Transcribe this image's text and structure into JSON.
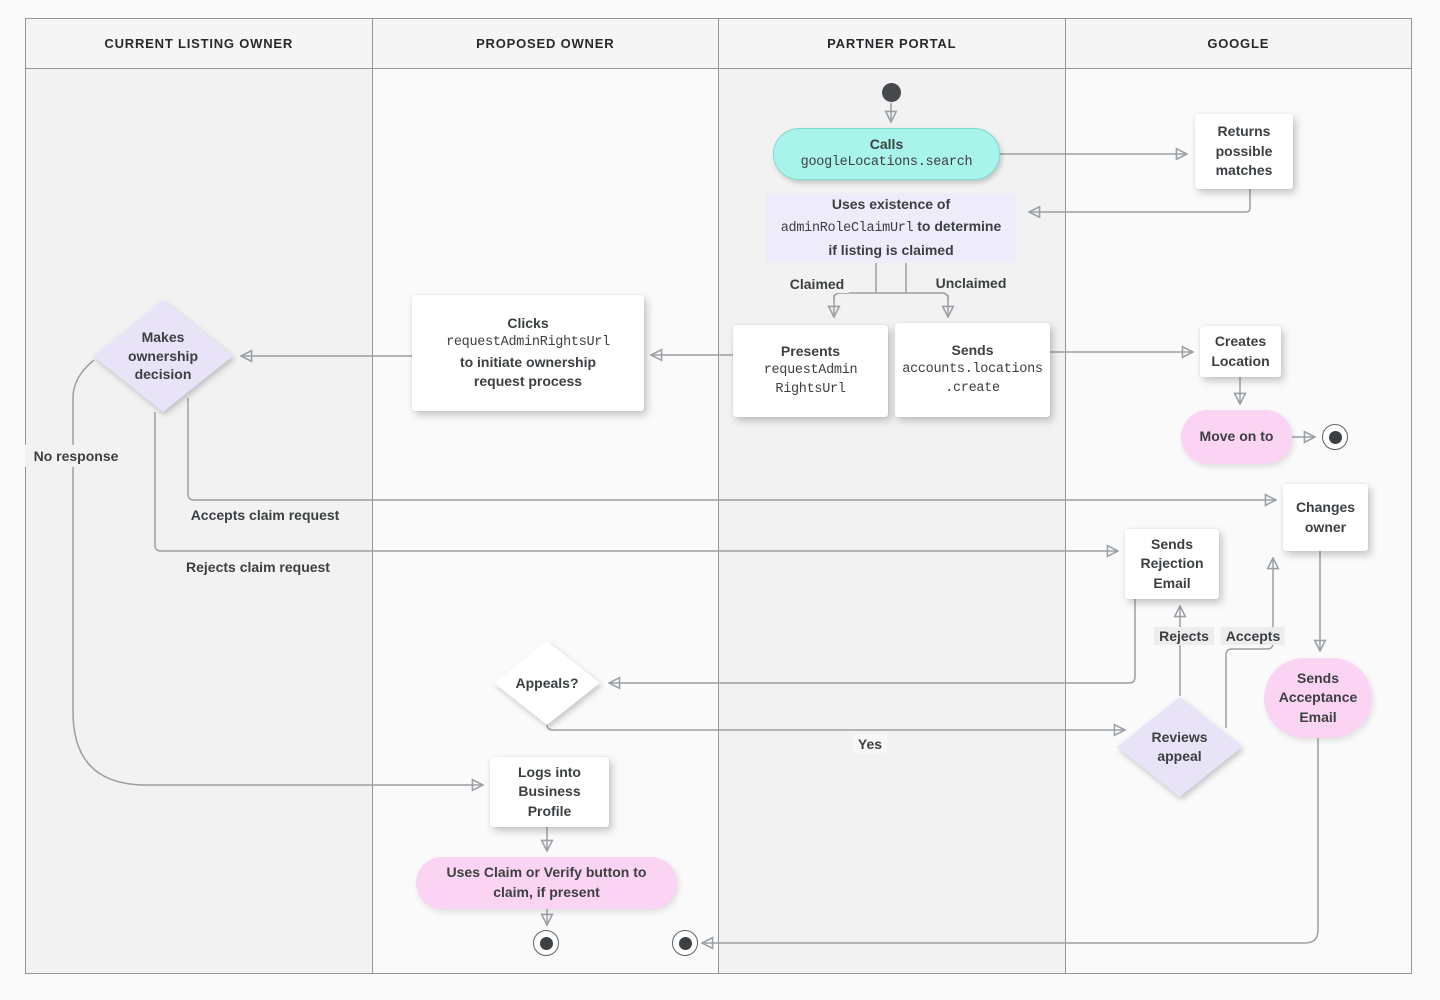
{
  "lanes": [
    {
      "title": "CURRENT LISTING OWNER"
    },
    {
      "title": "PROPOSED OWNER"
    },
    {
      "title": "PARTNER PORTAL"
    },
    {
      "title": "GOOGLE"
    }
  ],
  "nodes": {
    "calls": {
      "label": "Calls",
      "code": "googleLocations.search"
    },
    "returns_matches": {
      "label": "Returns possible matches"
    },
    "uses_existence": {
      "pre": "Uses existence of",
      "code": "adminRoleClaimUrl",
      "post": "to determine if listing is claimed"
    },
    "presents": {
      "label": "Presents",
      "code_lines": [
        "requestAdmin",
        "RightsUrl"
      ]
    },
    "sends_create": {
      "label": "Sends",
      "code_lines": [
        "accounts.locations",
        ".create"
      ]
    },
    "creates_location": {
      "label": "Creates Location"
    },
    "move_on": {
      "label": "Move on to"
    },
    "clicks": {
      "label": "Clicks",
      "code": "requestAdminRightsUrl",
      "post": "to initiate ownership request process"
    },
    "makes_decision": {
      "label": "Makes ownership decision"
    },
    "changes_owner": {
      "label": "Changes owner"
    },
    "sends_rejection": {
      "label": "Sends Rejection Email"
    },
    "sends_acceptance": {
      "label": "Sends Acceptance Email"
    },
    "reviews_appeal": {
      "label": "Reviews appeal"
    },
    "appeals": {
      "label": "Appeals?"
    },
    "logs_into": {
      "label": "Logs into Business Profile"
    },
    "uses_claim": {
      "label": "Uses Claim or Verify button to claim, if present"
    }
  },
  "edge_labels": {
    "claimed": "Claimed",
    "unclaimed": "Unclaimed",
    "no_response": "No response",
    "accepts_claim": "Accepts claim request",
    "rejects_claim": "Rejects claim request",
    "rejects": "Rejects",
    "accepts": "Accepts",
    "yes": "Yes"
  },
  "colors": {
    "teal": "#a9f4ea",
    "lavender": "#eeebfa",
    "lavender_diamond": "#e8e3f7",
    "pink": "#fbd3f3",
    "line": "#9aa0a6",
    "text": "#3c4043"
  }
}
